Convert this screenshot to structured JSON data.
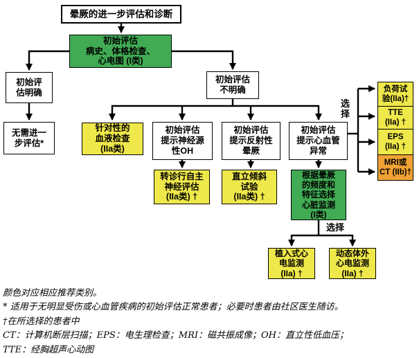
{
  "diagram": {
    "nodes": {
      "title": "晕厥的进一步评估和诊断",
      "initial_eval": "初始评估\n病史、体格检查、\n心电图 (I类)",
      "eval_clear": "初始评\n估明确",
      "no_further_eval": "无需进一\n步评估*",
      "eval_unclear": "初始评估\n不明确",
      "blood_test": "针对性的\n血液检查\n(IIa类)",
      "neurogenic_oh": "初始评估\n提示神经源\n性OH",
      "reflex_syncope": "初始评估\n提示反射性\n晕厥",
      "cardiovascular": "初始评估\n提示心血管\n异常",
      "autonomic_referral": "转诊行自主\n神经评估\n(IIa类) †",
      "tilt_test": "直立倾斜\n试验\n(IIa类) †",
      "cardiac_monitor": "根据晕厥\n的频度和\n特征选择\n心脏监测\n(I类)",
      "implantable_monitor": "植入式心\n电监测\n(IIa) †",
      "external_monitor": "动态体外\n心电监测\n(IIa) †",
      "stress_test": "负荷试\n验(IIa)†",
      "tte": "TTE\n(IIa) †",
      "eps": "EPS\n(IIa) †",
      "mri_ct": "MRI或\nCT (IIb)†"
    },
    "labels": {
      "select_right": "选择",
      "select_bottom": "选择"
    },
    "colors": {
      "class_i_green": "#41AB54",
      "class_iia_yellow": "#EFE84A",
      "class_iib_orange": "#F0A235",
      "connector_black": "#000000"
    },
    "footnotes": [
      "颜色对应相应推荐类别。",
      "* 适用于无明显受伤或心血管疾病的初始评估正常患者；必要时患者由社区医生随访。",
      "†在所选择的患者中",
      "CT：计算机断层扫描；EPS：电生理检查；MRI：磁共振成像；OH：直立性低血压；",
      "TTE：经胸超声心动图"
    ]
  }
}
